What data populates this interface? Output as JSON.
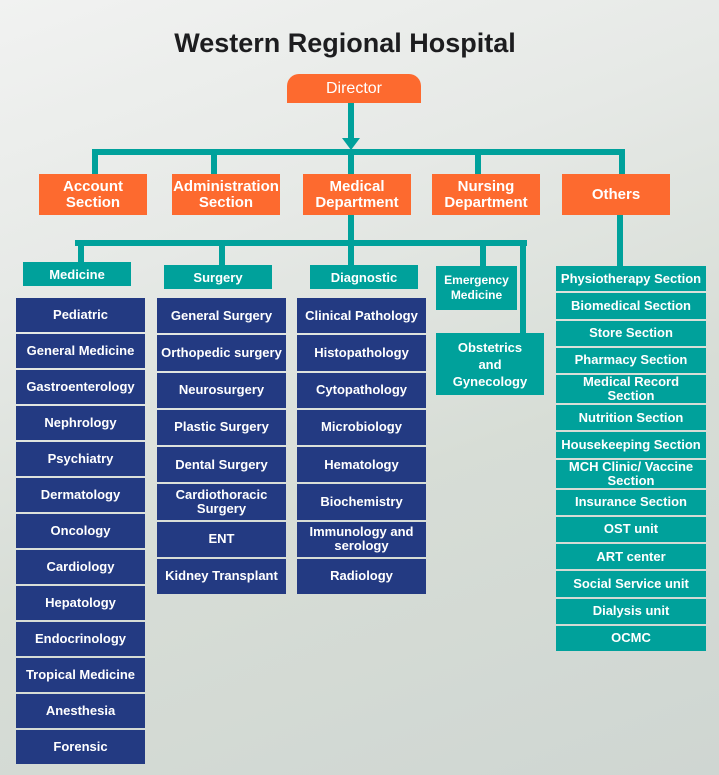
{
  "title": "Western Regional Hospital",
  "director": "Director",
  "level1": [
    "Account Section",
    "Administration Section",
    "Medical Department",
    "Nursing Department",
    "Others"
  ],
  "medical": {
    "medicine": "Medicine",
    "surgery": "Surgery",
    "diagnostic": "Diagnostic",
    "emergency": "Emergency Medicine",
    "obstetrics": "Obstetrics and Gynecology"
  },
  "medicine_items": [
    "Pediatric",
    "General Medicine",
    "Gastroenterology",
    "Nephrology",
    "Psychiatry",
    "Dermatology",
    "Oncology",
    "Cardiology",
    "Hepatology",
    "Endocrinology",
    "Tropical Medicine",
    "Anesthesia",
    "Forensic"
  ],
  "surgery_items": [
    "General Surgery",
    "Orthopedic surgery",
    "Neurosurgery",
    "Plastic Surgery",
    "Dental Surgery",
    "Cardiothoracic Surgery",
    "ENT",
    "Kidney Transplant"
  ],
  "diagnostic_items": [
    "Clinical Pathology",
    "Histopathology",
    "Cytopathology",
    "Microbiology",
    "Hematology",
    "Biochemistry",
    "Immunology and serology",
    "Radiology"
  ],
  "others_items": [
    "Physiotherapy Section",
    "Biomedical Section",
    "Store Section",
    "Pharmacy Section",
    "Medical Record Section",
    "Nutrition Section",
    "Housekeeping Section",
    "MCH Clinic/ Vaccine Section",
    "Insurance Section",
    "OST unit",
    "ART center",
    "Social Service unit",
    "Dialysis unit",
    "OCMC"
  ]
}
